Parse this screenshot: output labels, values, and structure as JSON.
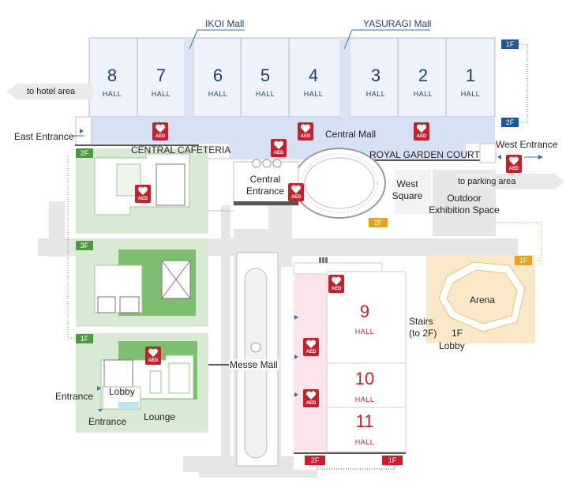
{
  "malls": {
    "ikoi": "IKOI Mall",
    "yasuragi": "YASURAGI Mall"
  },
  "halls_top": [
    {
      "num": "8",
      "word": "HALL"
    },
    {
      "num": "7",
      "word": "HALL"
    },
    {
      "num": "6",
      "word": "HALL"
    },
    {
      "num": "5",
      "word": "HALL"
    },
    {
      "num": "4",
      "word": "HALL"
    },
    {
      "num": "3",
      "word": "HALL"
    },
    {
      "num": "2",
      "word": "HALL"
    },
    {
      "num": "1",
      "word": "HALL"
    }
  ],
  "halls_right": [
    {
      "num": "9",
      "word": "HALL"
    },
    {
      "num": "10",
      "word": "HALL"
    },
    {
      "num": "11",
      "word": "HALL"
    }
  ],
  "labels": {
    "to_hotel": "to hotel area",
    "east_entrance": "East Entrance",
    "central_mall": "Central Mall",
    "central_cafeteria": "CENTRAL CAFETERIA",
    "royal_garden_court": "ROYAL GARDEN COURT",
    "west_entrance": "West Entrance",
    "central_entrance_1": "Central",
    "central_entrance_2": "Entrance",
    "to_parking": "to parking area",
    "west_square_1": "West",
    "west_square_2": "Square",
    "outdoor_1": "Outdoor",
    "outdoor_2": "Exhibition Space",
    "arena": "Arena",
    "stairs_1": "Stairs",
    "stairs_2": "(to 2F)",
    "stairs_3": "1F",
    "arena_lobby": "Lobby",
    "messe_mall": "Messe Mall",
    "entrance_left": "Entrance",
    "entrance_bottom": "Entrance",
    "lobby": "Lobby",
    "lounge": "Lounge"
  },
  "floors": {
    "top_1f": "1F",
    "top_2f": "2F",
    "hotel_2f": "2F",
    "hotel_3f": "3F",
    "hotel_1f": "1F",
    "garden_2f": "2F",
    "arena_1f": "1F",
    "messe_2f": "2F",
    "messe_1f": "1F"
  },
  "aed_text": "AED",
  "colors": {
    "hall_blue": "#1e3f7a",
    "hall_fill": "#eef3fb",
    "mall_fill": "#d6e2f3",
    "green_panel": "#d9ead4",
    "green_dark": "#7dbf6e",
    "pink_panel": "#fce4ec",
    "arena_fill": "#fbe8c8",
    "red": "#c8202b"
  }
}
